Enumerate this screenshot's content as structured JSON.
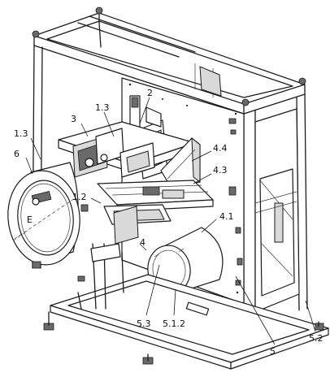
{
  "labels": {
    "l_1_3_top": "1.3",
    "l_2": "2",
    "l_3": "3",
    "l_1_3_left": "1.3",
    "l_6": "6",
    "l_4_4": "4.4",
    "l_4_3": "4.3",
    "l_1_2": "1.2",
    "l_E": "E",
    "l_4_1": "4.1",
    "l_4": "4",
    "l_5_3": "5.3",
    "l_5_1_2": "5.1.2",
    "l_5": "5",
    "l_5_2": "5.2"
  }
}
